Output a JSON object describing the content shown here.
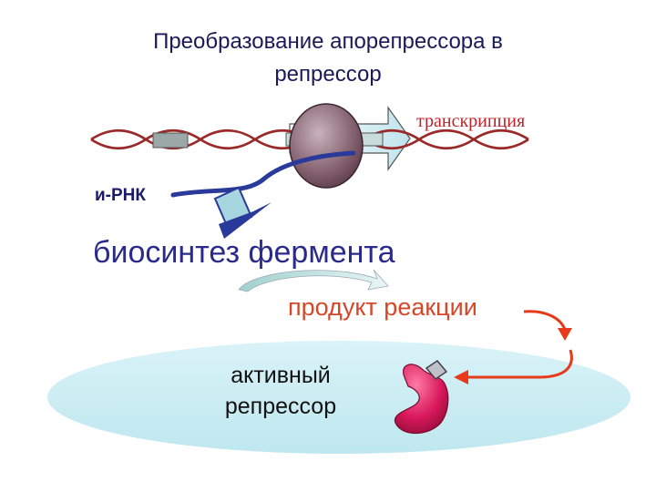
{
  "title": {
    "line1": "Преобразование апорепрессора в",
    "line2": "репрессор"
  },
  "labels": {
    "transcription": "транскрипция",
    "mrna": "и-РНК",
    "biosynthesis": "биосинтез фермента",
    "reaction_product": "продукт реакции",
    "active_repressor_line1": "активный",
    "active_repressor_line2": "репрессор"
  },
  "colors": {
    "dna_strand": "#9a2a2a",
    "rna_polymerase": "#8c6a78",
    "mrna_strand": "#2a3a9a",
    "arrow_transcription": "#cfeaf0",
    "arrow_product": "#e63a1a",
    "cell_region": "#cdeef4",
    "repressor_body": "#d8185a",
    "corepressor": "#c0c0c8"
  },
  "icons": {
    "polymerase": "rna-polymerase-icon",
    "enzyme": "enzyme-icon",
    "repressor": "repressor-icon",
    "corepressor": "corepressor-icon"
  }
}
